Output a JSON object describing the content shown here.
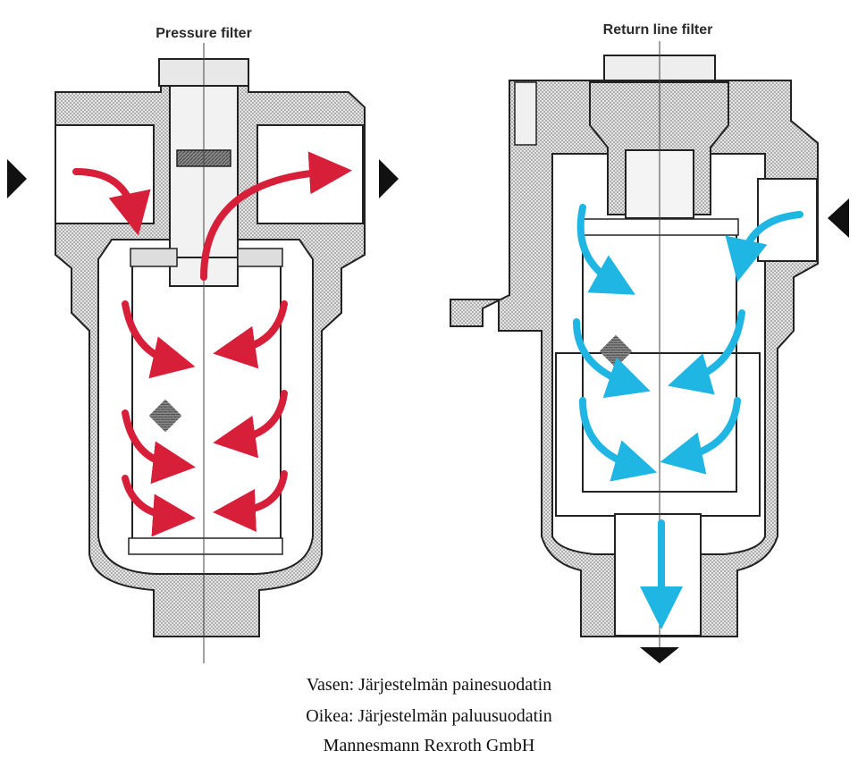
{
  "diagram": {
    "left_title": "Pressure filter",
    "right_title": "Return line filter",
    "colors": {
      "pressure_flow": "#d71f3a",
      "return_flow": "#20b6e4",
      "housing_fill": "#cfcfcf",
      "outline": "#222222"
    }
  },
  "captions": {
    "line1": "Vasen: Järjestelmän painesuodatin",
    "line2": "Oikea: Järjestelmän paluusuodatin",
    "line3": "Mannesmann Rexroth GmbH"
  }
}
